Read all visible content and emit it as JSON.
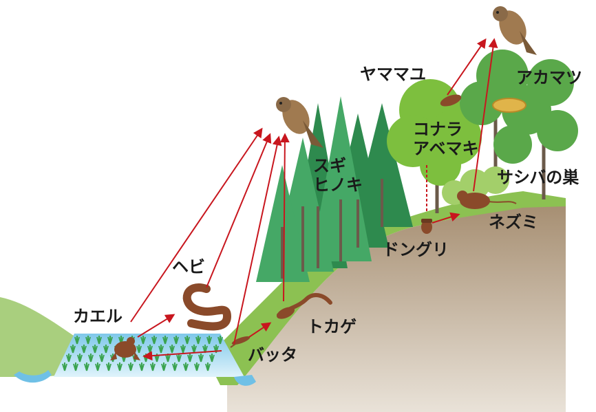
{
  "labels": {
    "frog": "カエル",
    "snake": "ヘビ",
    "grasshopper": "バッタ",
    "lizard": "トカゲ",
    "cedar": "スギ",
    "cypress": "ヒノキ",
    "acorn": "ドングリ",
    "mouse": "ネズミ",
    "konara": "コナラ",
    "abemaki": "アベマキ",
    "yamamayu": "ヤママユ",
    "akamatsu": "アカマツ",
    "nest": "サシバの巣"
  },
  "colors": {
    "arrow": "#c8161e",
    "grass": "#8cc152",
    "soil": "#b09a80",
    "water": "#a8dcf0",
    "animal": "#8a4a2a",
    "conifer": "#3a9e5a",
    "broadleaf": "#7dbf3e"
  }
}
